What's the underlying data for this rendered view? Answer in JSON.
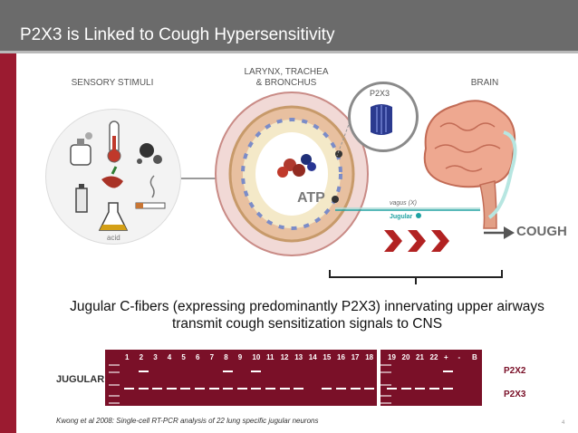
{
  "header": {
    "title": "P2X3 is Linked to Cough Hypersensitivity"
  },
  "labels": {
    "sensory_stimuli": "SENSORY STIMULI",
    "larynx_line1": "LARYNX, TRACHEA",
    "larynx_line2": "& BRONCHUS",
    "brain": "BRAIN",
    "acid": "acid",
    "p2x3_inset": "P2X3",
    "atp": "ATP",
    "vagus": "vagus (X)",
    "jugular": "Jugular",
    "cough": "COUGH"
  },
  "caption": {
    "line1": "Jugular C-fibers (expressing predominantly P2X3) innervating upper airways",
    "line2": "transmit cough sensitization signals to CNS"
  },
  "gel": {
    "row_label": "JUGULAR",
    "lanes_left": [
      "1",
      "2",
      "3",
      "4",
      "5",
      "6",
      "7",
      "8",
      "9",
      "10",
      "11",
      "12",
      "13",
      "14",
      "15",
      "16",
      "17",
      "18"
    ],
    "lanes_right": [
      "19",
      "20",
      "21",
      "22",
      "+",
      "-",
      "B"
    ],
    "genes": [
      "P2X2",
      "P2X3"
    ],
    "p2x2_bands": [
      2,
      8,
      10,
      23
    ],
    "p2x3_bands": [
      1,
      2,
      3,
      4,
      5,
      6,
      7,
      8,
      9,
      10,
      11,
      12,
      13,
      15,
      16,
      17,
      18,
      19,
      20,
      21,
      22,
      23
    ]
  },
  "colors": {
    "header": "#6b6b6b",
    "accent_red": "#9b1b30",
    "gel": "#7a1028",
    "jugular_teal": "#20a2a2"
  },
  "citation": "Kwong et al 2008:  Single-cell RT-PCR analysis of 22 lung specific jugular neurons",
  "page_number": "4"
}
